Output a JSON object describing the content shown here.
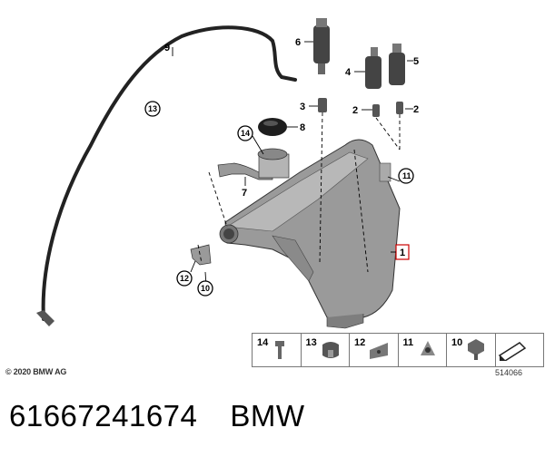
{
  "diagram": {
    "copyright": "© 2020 BMW AG",
    "drawing_number": "514066",
    "callouts": {
      "p1": "1",
      "p2a": "2",
      "p2b": "2",
      "p3": "3",
      "p4": "4",
      "p5": "5",
      "p6": "6",
      "p7": "7",
      "p8": "8",
      "p9": "9",
      "c10": "10",
      "c11": "11",
      "c12": "12",
      "c13": "13",
      "c14": "14"
    },
    "legend": [
      "14",
      "13",
      "12",
      "11",
      "10"
    ]
  },
  "footer": {
    "part_number": "61667241674",
    "brand": "BMW"
  }
}
